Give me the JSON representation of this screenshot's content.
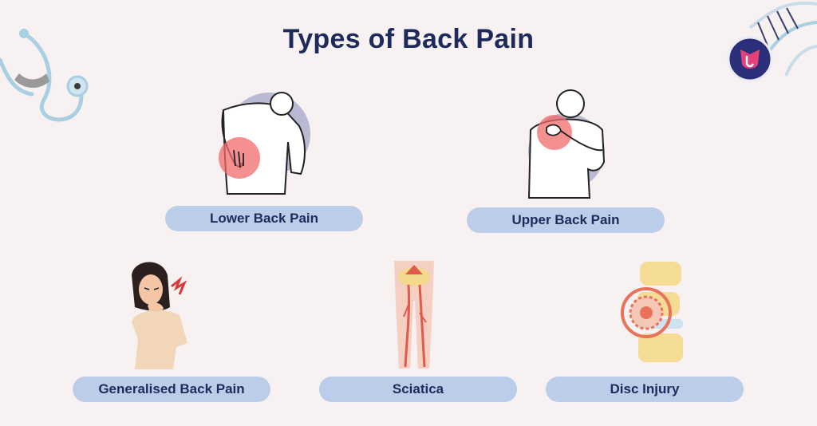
{
  "header": {
    "title": "Types of Back Pain"
  },
  "types": [
    {
      "label": "Lower Back Pain"
    },
    {
      "label": "Upper Back Pain"
    },
    {
      "label": "Generalised Back Pain"
    },
    {
      "label": "Sciatica"
    },
    {
      "label": "Disc Injury"
    }
  ],
  "colors": {
    "background": "#f8f1f2",
    "title": "#1f2a5c",
    "pill": "#bccde9",
    "pain_highlight": "#f26b6b",
    "backdrop_circle": "#b9b9d4"
  },
  "icons": [
    "stethoscope-icon",
    "dna-icon",
    "brand-logo-icon"
  ]
}
